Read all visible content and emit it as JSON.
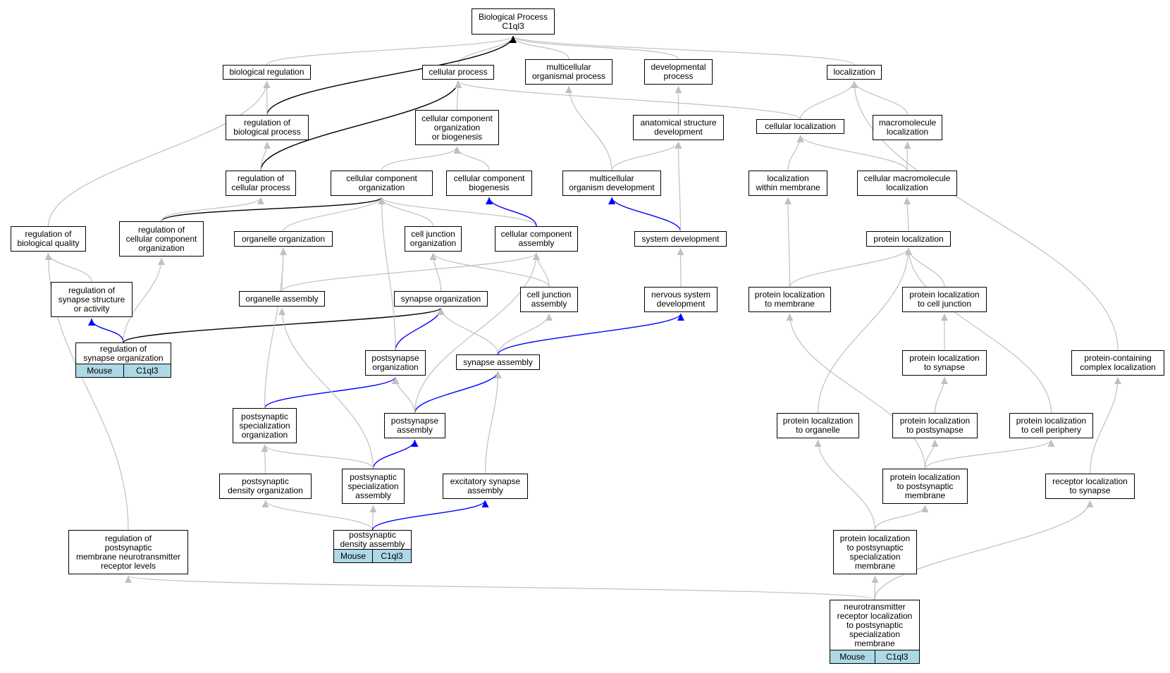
{
  "colors": {
    "is_a_edge": "#c0c0c0",
    "part_of_edge": "#000000",
    "regulates_edge": "#0000ff",
    "annotation_bg": "#add8e6"
  },
  "nodes": [
    {
      "id": "bp",
      "label": "Biological Process\nC1ql3"
    },
    {
      "id": "bioreg",
      "label": "biological regulation"
    },
    {
      "id": "cellproc",
      "label": "cellular process"
    },
    {
      "id": "multiproc",
      "label": "multicellular\norganismal process"
    },
    {
      "id": "devproc",
      "label": "developmental\nprocess"
    },
    {
      "id": "localization",
      "label": "localization"
    },
    {
      "id": "regbioproc",
      "label": "regulation of\nbiological process"
    },
    {
      "id": "ccob",
      "label": "cellular component\norganization\nor biogenesis"
    },
    {
      "id": "anatdev",
      "label": "anatomical structure\ndevelopment"
    },
    {
      "id": "cellloc",
      "label": "cellular localization"
    },
    {
      "id": "macroloc",
      "label": "macromolecule\nlocalization"
    },
    {
      "id": "regcellproc",
      "label": "regulation of\ncellular process"
    },
    {
      "id": "cco",
      "label": "cellular component\norganization"
    },
    {
      "id": "ccbio",
      "label": "cellular component\nbiogenesis"
    },
    {
      "id": "multidev",
      "label": "multicellular\norganism development"
    },
    {
      "id": "locmem",
      "label": "localization\nwithin membrane"
    },
    {
      "id": "cellmacroloc",
      "label": "cellular macromolecule\nlocalization"
    },
    {
      "id": "regbioqual",
      "label": "regulation of\nbiological quality"
    },
    {
      "id": "regcco",
      "label": "regulation of\ncellular component\norganization"
    },
    {
      "id": "orgorg",
      "label": "organelle organization"
    },
    {
      "id": "cjorg",
      "label": "cell junction\norganization"
    },
    {
      "id": "ccasm",
      "label": "cellular component\nassembly"
    },
    {
      "id": "sysdev",
      "label": "system development"
    },
    {
      "id": "protloc",
      "label": "protein localization"
    },
    {
      "id": "regsynstruct",
      "label": "regulation of\nsynapse structure\nor activity"
    },
    {
      "id": "orgasm",
      "label": "organelle assembly"
    },
    {
      "id": "synorg",
      "label": "synapse organization"
    },
    {
      "id": "cjasm",
      "label": "cell junction\nassembly"
    },
    {
      "id": "nsdev",
      "label": "nervous system\ndevelopment"
    },
    {
      "id": "plmem",
      "label": "protein localization\nto membrane"
    },
    {
      "id": "plcj",
      "label": "protein localization\nto cell junction"
    },
    {
      "id": "regsynorg",
      "label": "regulation of\nsynapse organization",
      "annot": [
        "Mouse",
        "C1ql3"
      ]
    },
    {
      "id": "psorg",
      "label": "postsynapse\norganization"
    },
    {
      "id": "synasm",
      "label": "synapse assembly"
    },
    {
      "id": "plsyn",
      "label": "protein localization\nto synapse"
    },
    {
      "id": "pccloc",
      "label": "protein-containing\ncomplex localization"
    },
    {
      "id": "pssporg",
      "label": "postsynaptic\nspecialization\norganization"
    },
    {
      "id": "psasm",
      "label": "postsynapse\nassembly"
    },
    {
      "id": "plorg",
      "label": "protein localization\nto organelle"
    },
    {
      "id": "plps",
      "label": "protein localization\nto postsynapse"
    },
    {
      "id": "plcp",
      "label": "protein localization\nto cell periphery"
    },
    {
      "id": "psdorg",
      "label": "postsynaptic\ndensity organization"
    },
    {
      "id": "psspasm",
      "label": "postsynaptic\nspecialization\nassembly"
    },
    {
      "id": "exsynasm",
      "label": "excitatory synapse\nassembly"
    },
    {
      "id": "plpsm",
      "label": "protein localization\nto postsynaptic\nmembrane"
    },
    {
      "id": "recloc",
      "label": "receptor localization\nto synapse"
    },
    {
      "id": "regpsmnt",
      "label": "regulation of\npostsynaptic\nmembrane neurotransmitter\nreceptor levels"
    },
    {
      "id": "psdasm",
      "label": "postsynaptic\ndensity assembly",
      "annot": [
        "Mouse",
        "C1ql3"
      ]
    },
    {
      "id": "plpssm",
      "label": "protein localization\nto postsynaptic\nspecialization\nmembrane"
    },
    {
      "id": "ntrloc",
      "label": "neurotransmitter\nreceptor localization\nto postsynaptic\nspecialization\nmembrane",
      "annot": [
        "Mouse",
        "C1ql3"
      ]
    }
  ],
  "edges": [
    [
      "bioreg",
      "bp",
      "is_a"
    ],
    [
      "cellproc",
      "bp",
      "is_a"
    ],
    [
      "multiproc",
      "bp",
      "is_a"
    ],
    [
      "devproc",
      "bp",
      "is_a"
    ],
    [
      "localization",
      "bp",
      "is_a"
    ],
    [
      "regbioproc",
      "bp",
      "part_of"
    ],
    [
      "regbioproc",
      "bioreg",
      "is_a"
    ],
    [
      "regcellproc",
      "cellproc",
      "part_of"
    ],
    [
      "regcellproc",
      "regbioproc",
      "is_a"
    ],
    [
      "ccob",
      "cellproc",
      "is_a"
    ],
    [
      "cellloc",
      "cellproc",
      "is_a"
    ],
    [
      "cellloc",
      "localization",
      "is_a"
    ],
    [
      "macroloc",
      "localization",
      "is_a"
    ],
    [
      "anatdev",
      "devproc",
      "is_a"
    ],
    [
      "cco",
      "ccob",
      "is_a"
    ],
    [
      "ccbio",
      "ccob",
      "is_a"
    ],
    [
      "multidev",
      "multiproc",
      "is_a"
    ],
    [
      "multidev",
      "anatdev",
      "is_a"
    ],
    [
      "locmem",
      "cellloc",
      "is_a"
    ],
    [
      "cellmacroloc",
      "cellloc",
      "is_a"
    ],
    [
      "cellmacroloc",
      "macroloc",
      "is_a"
    ],
    [
      "regbioqual",
      "bioreg",
      "is_a"
    ],
    [
      "regcco",
      "cco",
      "part_of"
    ],
    [
      "regcco",
      "regcellproc",
      "is_a"
    ],
    [
      "orgorg",
      "cco",
      "is_a"
    ],
    [
      "cjorg",
      "cco",
      "is_a"
    ],
    [
      "ccasm",
      "cco",
      "is_a"
    ],
    [
      "ccasm",
      "ccbio",
      "regulates"
    ],
    [
      "sysdev",
      "multidev",
      "regulates"
    ],
    [
      "sysdev",
      "anatdev",
      "is_a"
    ],
    [
      "protloc",
      "cellmacroloc",
      "is_a"
    ],
    [
      "regsynstruct",
      "regbioqual",
      "is_a"
    ],
    [
      "orgasm",
      "orgorg",
      "is_a"
    ],
    [
      "orgasm",
      "ccasm",
      "is_a"
    ],
    [
      "synorg",
      "cjorg",
      "is_a"
    ],
    [
      "cjasm",
      "cjorg",
      "is_a"
    ],
    [
      "cjasm",
      "ccasm",
      "is_a"
    ],
    [
      "nsdev",
      "sysdev",
      "is_a"
    ],
    [
      "plmem",
      "protloc",
      "is_a"
    ],
    [
      "plmem",
      "locmem",
      "is_a"
    ],
    [
      "plcj",
      "protloc",
      "is_a"
    ],
    [
      "regsynorg",
      "regsynstruct",
      "regulates"
    ],
    [
      "regsynorg",
      "regcco",
      "is_a"
    ],
    [
      "regsynorg",
      "synorg",
      "part_of"
    ],
    [
      "psorg",
      "synorg",
      "regulates"
    ],
    [
      "psorg",
      "cco",
      "is_a"
    ],
    [
      "synasm",
      "synorg",
      "is_a"
    ],
    [
      "synasm",
      "cjasm",
      "is_a"
    ],
    [
      "synasm",
      "nsdev",
      "regulates"
    ],
    [
      "plsyn",
      "plcj",
      "is_a"
    ],
    [
      "pccloc",
      "localization",
      "is_a"
    ],
    [
      "pssporg",
      "psorg",
      "regulates"
    ],
    [
      "pssporg",
      "orgorg",
      "is_a"
    ],
    [
      "psasm",
      "psorg",
      "is_a"
    ],
    [
      "psasm",
      "synasm",
      "regulates"
    ],
    [
      "psasm",
      "ccasm",
      "is_a"
    ],
    [
      "plorg",
      "protloc",
      "is_a"
    ],
    [
      "plps",
      "plsyn",
      "is_a"
    ],
    [
      "plcp",
      "protloc",
      "is_a"
    ],
    [
      "psdorg",
      "pssporg",
      "is_a"
    ],
    [
      "psspasm",
      "pssporg",
      "is_a"
    ],
    [
      "psspasm",
      "psasm",
      "regulates"
    ],
    [
      "psspasm",
      "orgasm",
      "is_a"
    ],
    [
      "exsynasm",
      "synasm",
      "is_a"
    ],
    [
      "plpsm",
      "plps",
      "is_a"
    ],
    [
      "plpsm",
      "plcp",
      "is_a"
    ],
    [
      "plpsm",
      "plmem",
      "is_a"
    ],
    [
      "recloc",
      "pccloc",
      "is_a"
    ],
    [
      "regpsmnt",
      "regbioqual",
      "is_a"
    ],
    [
      "psdasm",
      "psdorg",
      "is_a"
    ],
    [
      "psdasm",
      "psspasm",
      "is_a"
    ],
    [
      "psdasm",
      "exsynasm",
      "regulates"
    ],
    [
      "plpssm",
      "plpsm",
      "is_a"
    ],
    [
      "plpssm",
      "plorg",
      "is_a"
    ],
    [
      "ntrloc",
      "plpssm",
      "is_a"
    ],
    [
      "ntrloc",
      "recloc",
      "is_a"
    ],
    [
      "ntrloc",
      "regpsmnt",
      "is_a"
    ]
  ]
}
